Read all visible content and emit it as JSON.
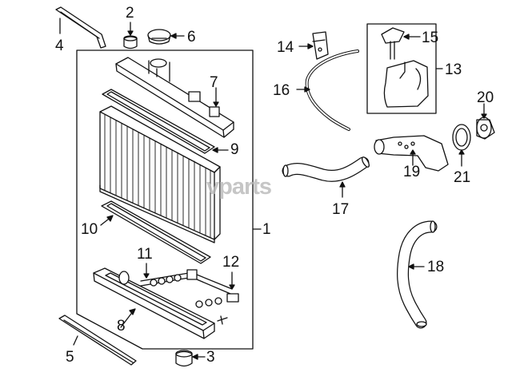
{
  "watermark": "vparts",
  "callouts": [
    {
      "id": "1",
      "label": "1"
    },
    {
      "id": "2",
      "label": "2"
    },
    {
      "id": "3",
      "label": "3"
    },
    {
      "id": "4",
      "label": "4"
    },
    {
      "id": "5",
      "label": "5"
    },
    {
      "id": "6",
      "label": "6"
    },
    {
      "id": "7",
      "label": "7"
    },
    {
      "id": "8",
      "label": "8"
    },
    {
      "id": "9",
      "label": "9"
    },
    {
      "id": "10",
      "label": "10"
    },
    {
      "id": "11",
      "label": "11"
    },
    {
      "id": "12",
      "label": "12"
    },
    {
      "id": "13",
      "label": "13"
    },
    {
      "id": "14",
      "label": "14"
    },
    {
      "id": "15",
      "label": "15"
    },
    {
      "id": "16",
      "label": "16"
    },
    {
      "id": "17",
      "label": "17"
    },
    {
      "id": "18",
      "label": "18"
    },
    {
      "id": "19",
      "label": "19"
    },
    {
      "id": "20",
      "label": "20"
    },
    {
      "id": "21",
      "label": "21"
    }
  ]
}
